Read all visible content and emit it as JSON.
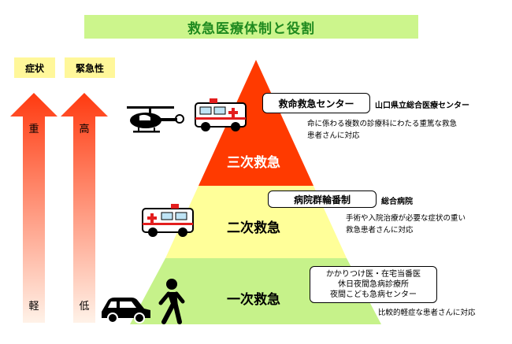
{
  "title": "救急医療体制と役割",
  "labels": {
    "symptom": "症状",
    "urgency": "緊急性",
    "symptom_high": "重",
    "symptom_low": "軽",
    "urgency_high": "高",
    "urgency_low": "低"
  },
  "levels": [
    {
      "name": "三次救急",
      "box": "救命救急センター",
      "side": "山口県立総合医療センター",
      "desc": [
        "命に係わる複数の診療科にわたる重篤な救急",
        "患者さんに対応"
      ]
    },
    {
      "name": "二次救急",
      "box": "病院群輪番制",
      "side": "総合病院",
      "desc": [
        "手術や入院治療が必要な症状の重い",
        "救急患者さんに対応"
      ]
    },
    {
      "name": "一次救急",
      "box_lines": [
        "かかりつけ医・在宅当番医",
        "休日夜間急病診療所",
        "夜間こども急病センター"
      ],
      "desc": [
        "比較的軽症な患者さんに対応"
      ]
    }
  ],
  "colors": {
    "title_bg": "#ccf58c",
    "title_text": "#1f8a1f",
    "tag_bg": "#fff79a",
    "tier3": "#ff3a00",
    "tier2": "#ffff99",
    "tier1": "#c6f28a"
  },
  "icons": [
    "helicopter-icon",
    "ambulance-icon",
    "car-icon",
    "walking-person-icon"
  ]
}
